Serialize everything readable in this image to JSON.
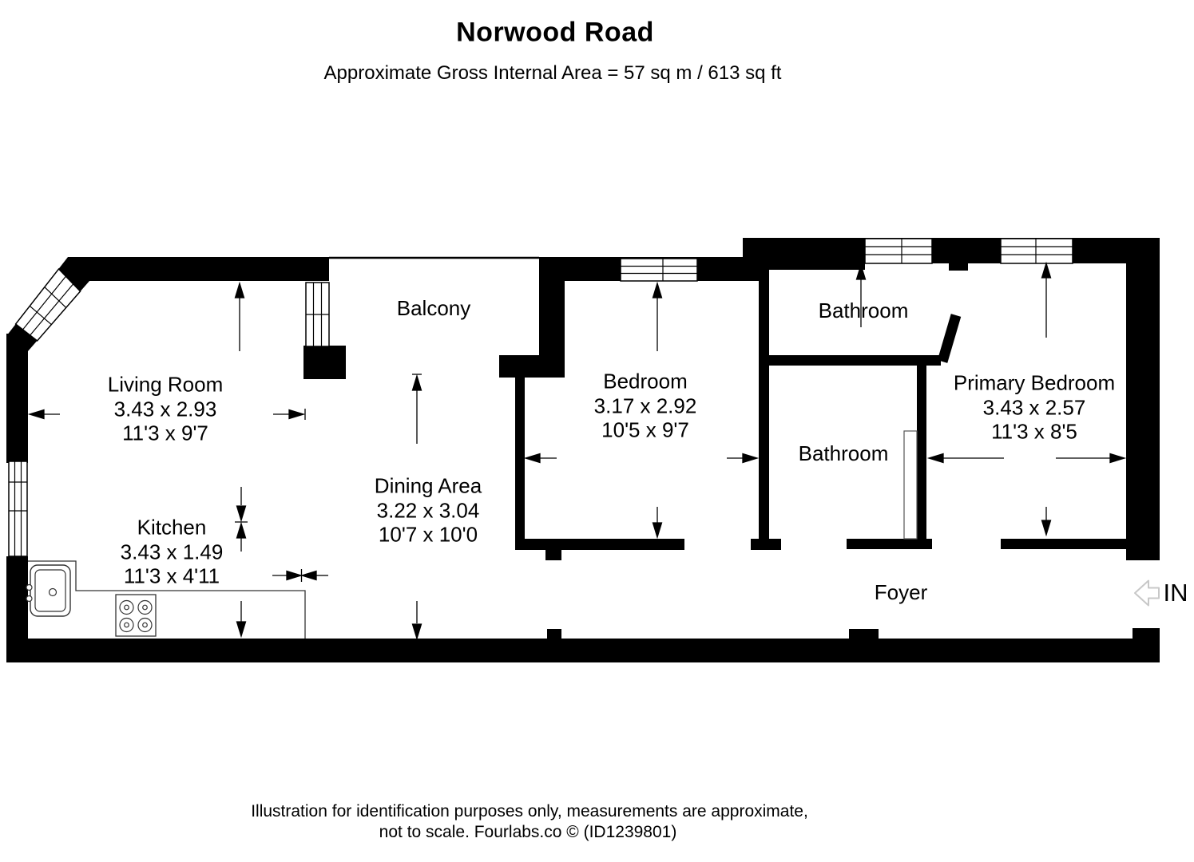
{
  "header": {
    "title": "Norwood Road",
    "subtitle": "Approximate Gross Internal Area = 57 sq m / 613 sq ft"
  },
  "rooms": [
    {
      "name": "Living Room",
      "dim_m": "3.43 x 2.93",
      "dim_ft": "11'3 x 9'7"
    },
    {
      "name": "Kitchen",
      "dim_m": "3.43 x 1.49",
      "dim_ft": "11'3 x 4'11"
    },
    {
      "name": "Balcony",
      "dim_m": "",
      "dim_ft": ""
    },
    {
      "name": "Dining Area",
      "dim_m": "3.22 x 3.04",
      "dim_ft": "10'7 x 10'0"
    },
    {
      "name": "Bedroom",
      "dim_m": "3.17 x 2.92",
      "dim_ft": "10'5 x 9'7"
    },
    {
      "name": "Bathroom",
      "dim_m": "",
      "dim_ft": ""
    },
    {
      "name": "Bathroom",
      "dim_m": "",
      "dim_ft": ""
    },
    {
      "name": "Primary Bedroom",
      "dim_m": "3.43 x 2.57",
      "dim_ft": "11'3 x 8'5"
    },
    {
      "name": "Foyer",
      "dim_m": "",
      "dim_ft": ""
    }
  ],
  "entrance": {
    "label": "IN"
  },
  "footer": {
    "line1": "Illustration for identification purposes only, measurements are approximate,",
    "line2": "not to scale. Fourlabs.co © (ID1239801)"
  },
  "colors": {
    "wall": "#000000",
    "entrance_arrow_outline": "#c8c8c8"
  }
}
